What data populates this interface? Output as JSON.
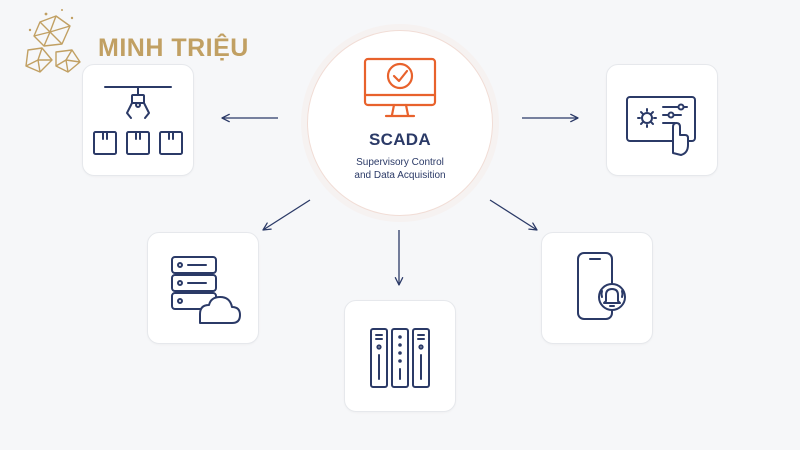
{
  "brand": {
    "name": "MINH TRIỆU",
    "color": "#c1a063"
  },
  "hub": {
    "title": "SCADA",
    "subtitle": "Supervisory Control\nand Data Acquisition",
    "icon": "monitor-check-icon",
    "accent": "#e8622c"
  },
  "nodes": [
    {
      "icon": "robotic-arm-conveyor-icon"
    },
    {
      "icon": "touchscreen-control-panel-icon"
    },
    {
      "icon": "database-cloud-icon"
    },
    {
      "icon": "server-rack-icon"
    },
    {
      "icon": "smartphone-alarm-icon"
    }
  ],
  "colors": {
    "icon_stroke": "#2b3a67",
    "background": "#f6f7f9",
    "card": "#ffffff"
  }
}
